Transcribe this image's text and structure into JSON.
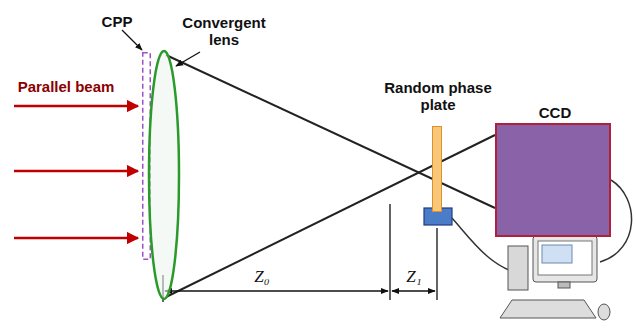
{
  "diagram": {
    "nodes": [
      {
        "text": [
          "CPP"
        ]
      },
      {
        "text": [
          "Convergent lens"
        ]
      },
      {
        "text": [
          "Random phase plate"
        ]
      },
      {
        "text": [
          "CCD"
        ]
      }
    ],
    "labels": [
      "Parallel beam",
      "Z₀",
      "Z₁"
    ]
  }
}
